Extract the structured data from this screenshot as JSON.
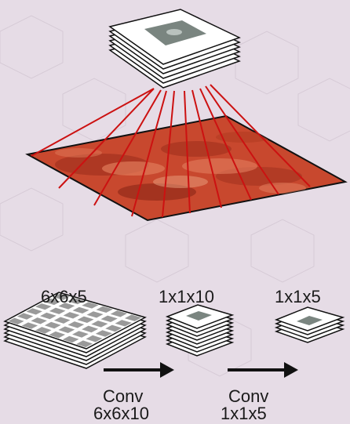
{
  "labels": {
    "input_volume": "6x6x5",
    "mid_volume": "1x1x10",
    "out_volume": "1x1x5",
    "conv_1": "Conv",
    "conv_1_sub": "6x6x10",
    "conv_2": "Conv",
    "conv_2_sub": "1x1x5"
  },
  "colors": {
    "background": "#e6dce6",
    "hex_lines": "#d6cad6",
    "feature_map_fill": "#c8482e",
    "feature_map_dark": "#9c2e1c",
    "feature_map_light": "#e07a5a",
    "projection_lines": "#cc1111",
    "stack_frame": "#ffffff",
    "stack_outline": "#111111",
    "filter_thumb": "#7a8580",
    "grid_cell": "#9a9a9a",
    "arrow": "#111111"
  },
  "icons": {
    "top_stack": "filter-stack-icon",
    "feature_map": "feature-map-icon",
    "grid_stack": "grid-stack-icon",
    "arrow": "arrow-right-icon"
  }
}
